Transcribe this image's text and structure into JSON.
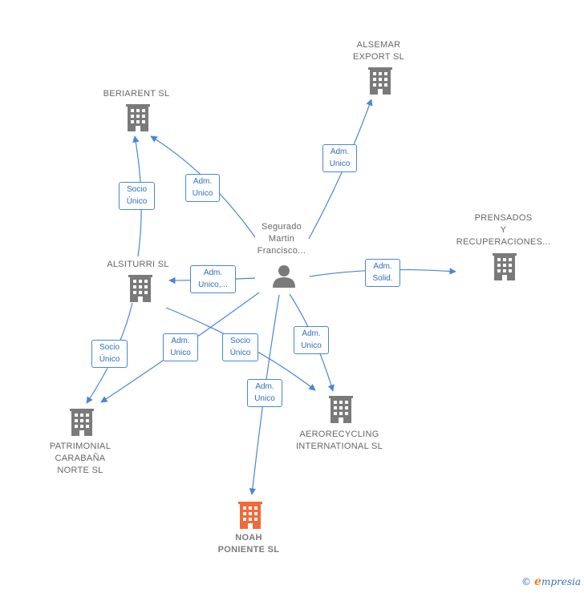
{
  "colors": {
    "edge": "#4a86d4",
    "building": "#7a7a7a",
    "building_highlight": "#f26a3a",
    "person": "#7a7a7a"
  },
  "center": {
    "name": "Segurado\nMartin\nFrancisco..."
  },
  "companies": {
    "alsemar": {
      "name": "ALSEMAR\nEXPORT  SL",
      "icon": "building-icon"
    },
    "beriarent": {
      "name": "BERIARENT  SL",
      "icon": "building-icon"
    },
    "prensados": {
      "name": "PRENSADOS\nY\nRECUPERACIONES...",
      "icon": "building-icon"
    },
    "alsiturri": {
      "name": "ALSITURRI  SL",
      "icon": "building-icon"
    },
    "patrimonial": {
      "name": "PATRIMONIAL\nCARABAÑA\nNORTE  SL",
      "icon": "building-icon"
    },
    "aerorecycling": {
      "name": "AERORECYCLING\nINTERNATIONAL SL",
      "icon": "building-icon"
    },
    "noah": {
      "name": "NOAH\nPONIENTE  SL",
      "icon": "building-icon-highlight"
    }
  },
  "edges": {
    "to_alsemar": "Adm.\nUnico",
    "to_beriarent": "Adm.\nUnico",
    "alsiturri_beriarent": "Socio\nÚnico",
    "to_alsiturri": "Adm.\nUnico,...",
    "to_prensados": "Adm.\nSolid.",
    "to_patrimonial": "Adm.\nUnico",
    "alsiturri_patrimonial": "Socio\nÚnico",
    "alsiturri_aerorecycling": "Socio\nÚnico",
    "to_aerorecycling": "Adm.\nUnico",
    "to_noah": "Adm.\nUnico"
  },
  "footer": {
    "copyright": "©",
    "brand_initial": "e",
    "brand_rest": "mpresia"
  }
}
